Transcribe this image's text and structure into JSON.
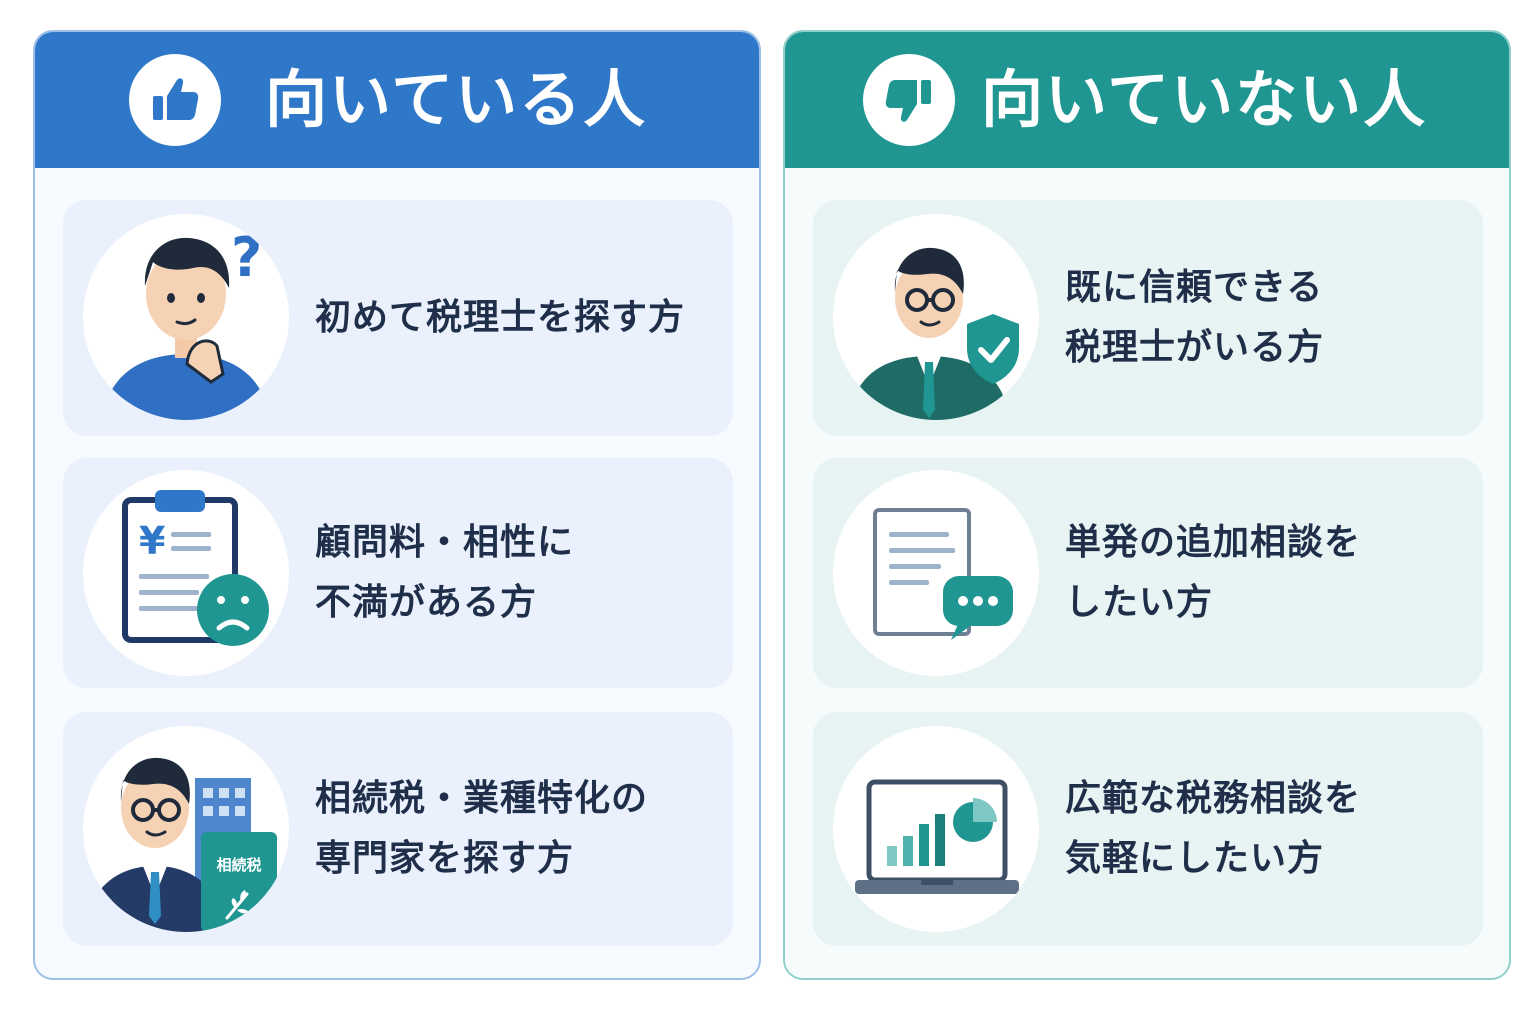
{
  "colors": {
    "suitable_accent": "#2f77c8",
    "unsuitable_accent": "#1f9691",
    "text": "#1f2f4a"
  },
  "suitable": {
    "title": "向いている人",
    "icon": "thumbs-up-icon",
    "items": [
      {
        "icon": "thinking-person-icon",
        "lines": [
          "初めて税理士を探す方"
        ]
      },
      {
        "icon": "clipboard-yen-sad-icon",
        "lines": [
          "顧問料・相性に",
          "不満がある方"
        ]
      },
      {
        "icon": "tax-expert-icon",
        "badge": "相続税",
        "lines": [
          "相続税・業種特化の",
          "専門家を探す方"
        ]
      }
    ]
  },
  "unsuitable": {
    "title": "向いていない人",
    "icon": "thumbs-down-icon",
    "items": [
      {
        "icon": "trusted-advisor-shield-icon",
        "lines": [
          "既に信頼できる",
          "税理士がいる方"
        ]
      },
      {
        "icon": "document-chat-icon",
        "lines": [
          "単発の追加相談を",
          "したい方"
        ]
      },
      {
        "icon": "laptop-chart-icon",
        "lines": [
          "広範な税務相談を",
          "気軽にしたい方"
        ]
      }
    ]
  }
}
